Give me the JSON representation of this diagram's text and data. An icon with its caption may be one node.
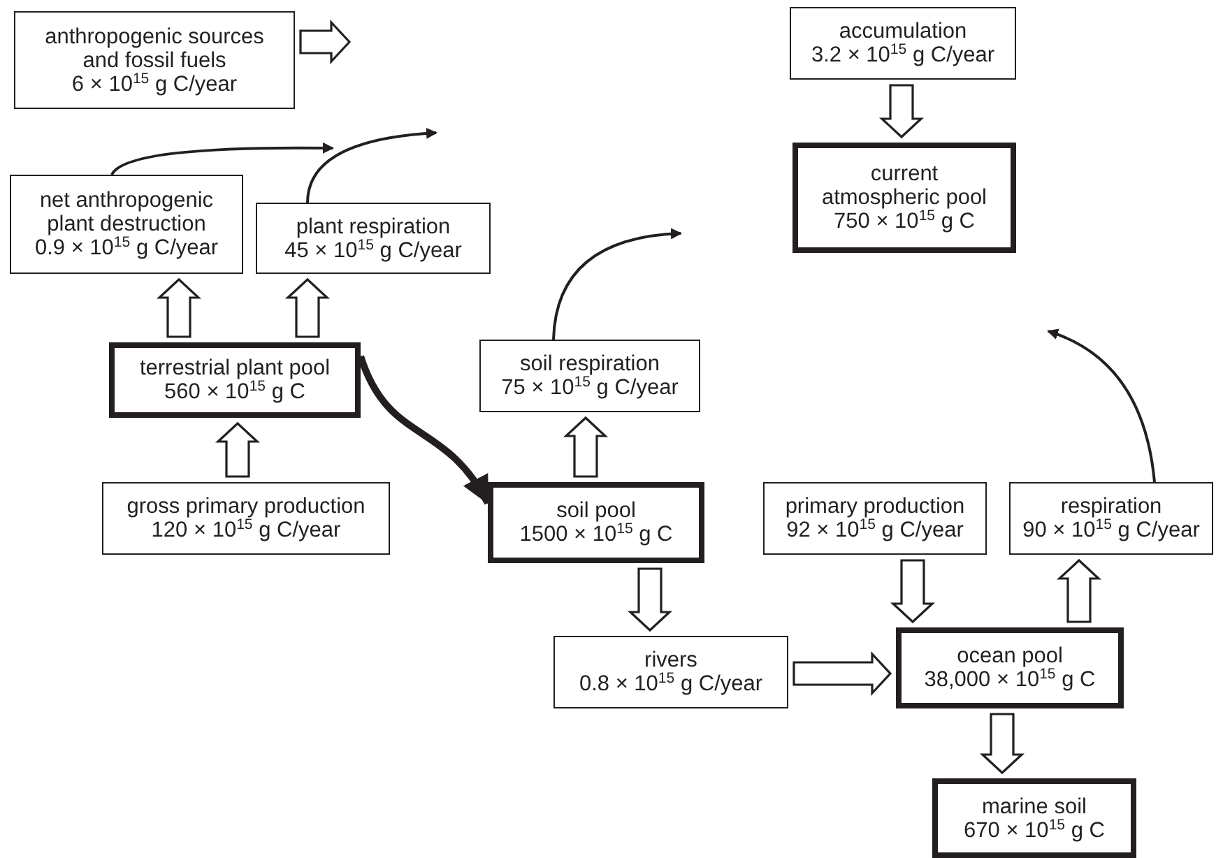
{
  "diagram": {
    "nodes": [
      {
        "text": [
          "anthropogenic sources and fossil fuels",
          "6 × 10$^{15}$ g C/year"
        ]
      },
      {
        "text": [
          "accumulation",
          "3.2 × 10$^{15}$ g C/year"
        ]
      },
      {
        "text": [
          "current atmospheric pool",
          "750 × 10$^{15}$ g C"
        ]
      },
      {
        "text": [
          "net anthropogenic plant destruction",
          "0.9 × 10$^{15}$ g C/year"
        ]
      },
      {
        "text": [
          "plant respiration",
          "45 × 10$^{15}$ g C/year"
        ]
      },
      {
        "text": [
          "terrestrial plant pool",
          "560 × 10$^{15}$ g C"
        ]
      },
      {
        "text": [
          "soil respiration",
          "75 × 10$^{15}$ g C/year"
        ]
      },
      {
        "text": [
          "gross primary production",
          "120 × 10$^{15}$ g C/year"
        ]
      },
      {
        "text": [
          "soil pool",
          "1500 × 10$^{15}$ g C"
        ]
      },
      {
        "text": [
          "primary production",
          "92 × 10$^{15}$ g C/year"
        ]
      },
      {
        "text": [
          "respiration",
          "90 × 10$^{15}$ g C/year"
        ]
      },
      {
        "text": [
          "rivers",
          "0.8 × 10$^{15}$ g C/year"
        ]
      },
      {
        "text": [
          "ocean pool",
          "38,000 × 10$^{15}$ g C"
        ]
      },
      {
        "text": [
          "marine soil",
          "670 × 10$^{15}$ g C"
        ]
      }
    ],
    "edges": [
      {
        "from": 0,
        "to": null,
        "arrow": "to"
      },
      {
        "from": 1,
        "to": 2,
        "arrow": "to"
      },
      {
        "from": 5,
        "to": 3,
        "arrow": "to"
      },
      {
        "from": 5,
        "to": 4,
        "arrow": "to"
      },
      {
        "from": 7,
        "to": 5,
        "arrow": "to"
      },
      {
        "from": 8,
        "to": 6,
        "arrow": "to"
      },
      {
        "from": 8,
        "to": 11,
        "arrow": "to"
      },
      {
        "from": 11,
        "to": 12,
        "arrow": "to"
      },
      {
        "from": 9,
        "to": 12,
        "arrow": "to"
      },
      {
        "from": 12,
        "to": 10,
        "arrow": "to"
      },
      {
        "from": 12,
        "to": 13,
        "arrow": "to"
      },
      {
        "from": 3,
        "to": null,
        "arrow": "to"
      },
      {
        "from": 4,
        "to": null,
        "arrow": "to"
      },
      {
        "from": 6,
        "to": null,
        "arrow": "to"
      },
      {
        "from": 10,
        "to": null,
        "arrow": "to"
      },
      {
        "from": 5,
        "to": 8,
        "arrow": "to",
        "style": "thick"
      }
    ]
  }
}
